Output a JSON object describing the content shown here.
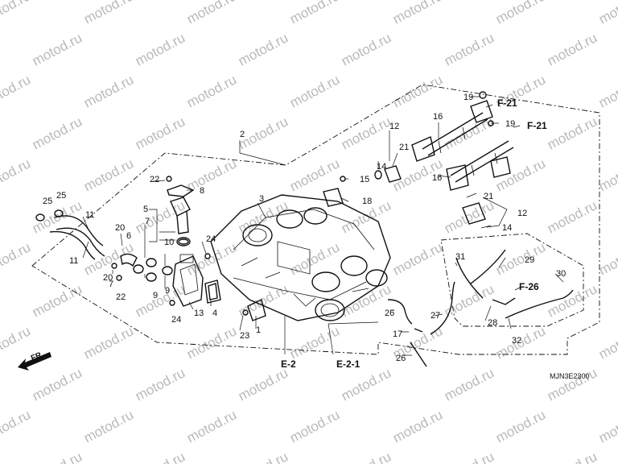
{
  "watermark": "motod.ru",
  "diagram_code": "MJN3E2300",
  "direction": "FR.",
  "part_numbers": [
    "1",
    "2",
    "3",
    "4",
    "5",
    "6",
    "7",
    "7",
    "8",
    "9",
    "9",
    "10",
    "11",
    "11",
    "12",
    "12",
    "13",
    "14",
    "14",
    "15",
    "16",
    "16",
    "17",
    "18",
    "19",
    "19",
    "20",
    "20",
    "21",
    "21",
    "22",
    "22",
    "23",
    "24",
    "24",
    "25",
    "25",
    "26",
    "26",
    "27",
    "28",
    "29",
    "30",
    "31",
    "32"
  ],
  "references": [
    "F-21",
    "F-21",
    "F-26",
    "E-2",
    "E-2-1"
  ]
}
